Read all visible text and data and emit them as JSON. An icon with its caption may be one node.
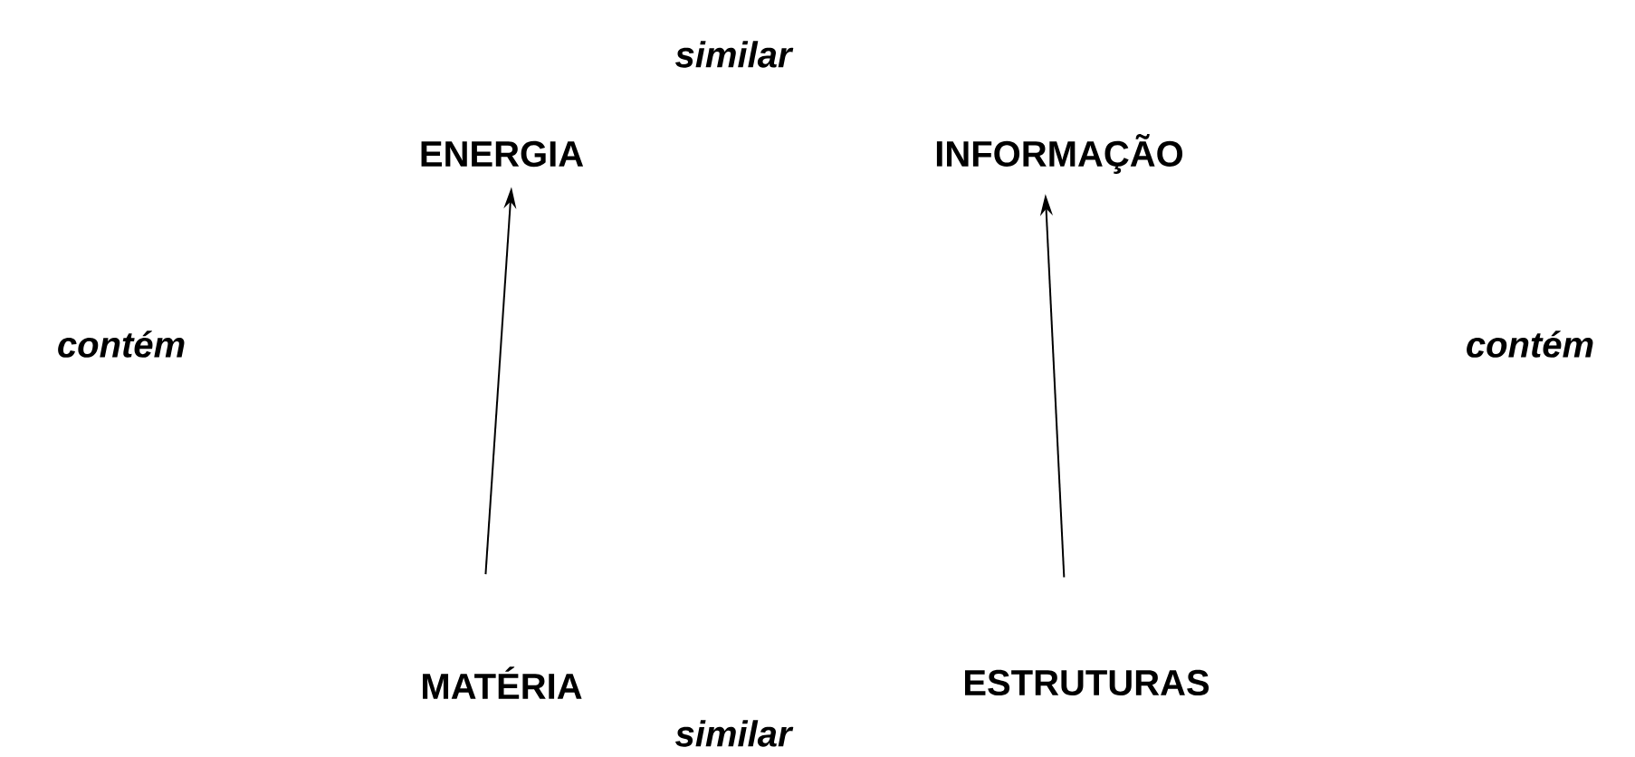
{
  "diagram": {
    "nodes": [
      {
        "text": [
          "ENERGIA"
        ]
      },
      {
        "text": [
          "INFORMAÇÃO"
        ]
      },
      {
        "text": [
          "MATÉRIA"
        ]
      },
      {
        "text": [
          "ESTRUTURAS"
        ]
      }
    ],
    "edges": [
      {
        "from": 2,
        "to": 0,
        "arrow": "to"
      },
      {
        "from": 3,
        "to": 1,
        "arrow": "to"
      }
    ],
    "labels": [
      "similar",
      "contém",
      "contém",
      "similar"
    ]
  }
}
